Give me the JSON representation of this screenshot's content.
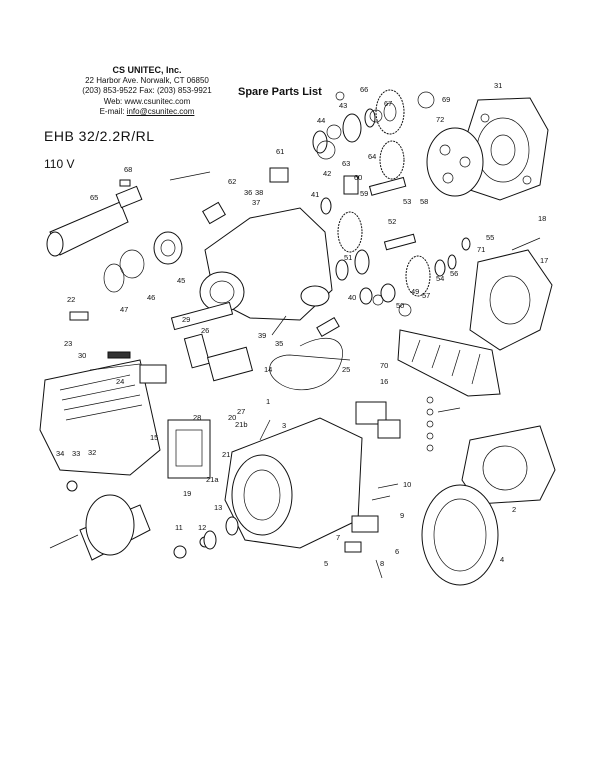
{
  "company": {
    "name": "CS UNITEC, Inc.",
    "address": "22 Harbor Ave. Norwalk, CT 06850",
    "phone": "(203) 853-9522   Fax: (203) 853-9921",
    "web": "Web: www.csunitec.com",
    "email_label": "E-mail: ",
    "email": "info@csunitec.com"
  },
  "title": "Spare Parts List",
  "model": "EHB 32/2.2R/RL",
  "voltage": "110 V",
  "part_numbers": [
    "1",
    "2",
    "3",
    "4",
    "5",
    "6",
    "7",
    "8",
    "9",
    "10",
    "11",
    "12",
    "13",
    "14",
    "15",
    "16",
    "17",
    "18",
    "19",
    "20",
    "21",
    "21a",
    "21b",
    "22",
    "23",
    "24",
    "25",
    "26",
    "27",
    "28",
    "29",
    "30",
    "31",
    "32",
    "33",
    "34",
    "35",
    "36",
    "37",
    "38",
    "39",
    "40",
    "41",
    "42",
    "43",
    "44",
    "45",
    "46",
    "47",
    "49",
    "50",
    "51",
    "52",
    "53",
    "54",
    "55",
    "56",
    "57",
    "58",
    "59",
    "60",
    "61",
    "62",
    "63",
    "64",
    "65",
    "66",
    "67",
    "68",
    "69",
    "70",
    "71",
    "72"
  ]
}
